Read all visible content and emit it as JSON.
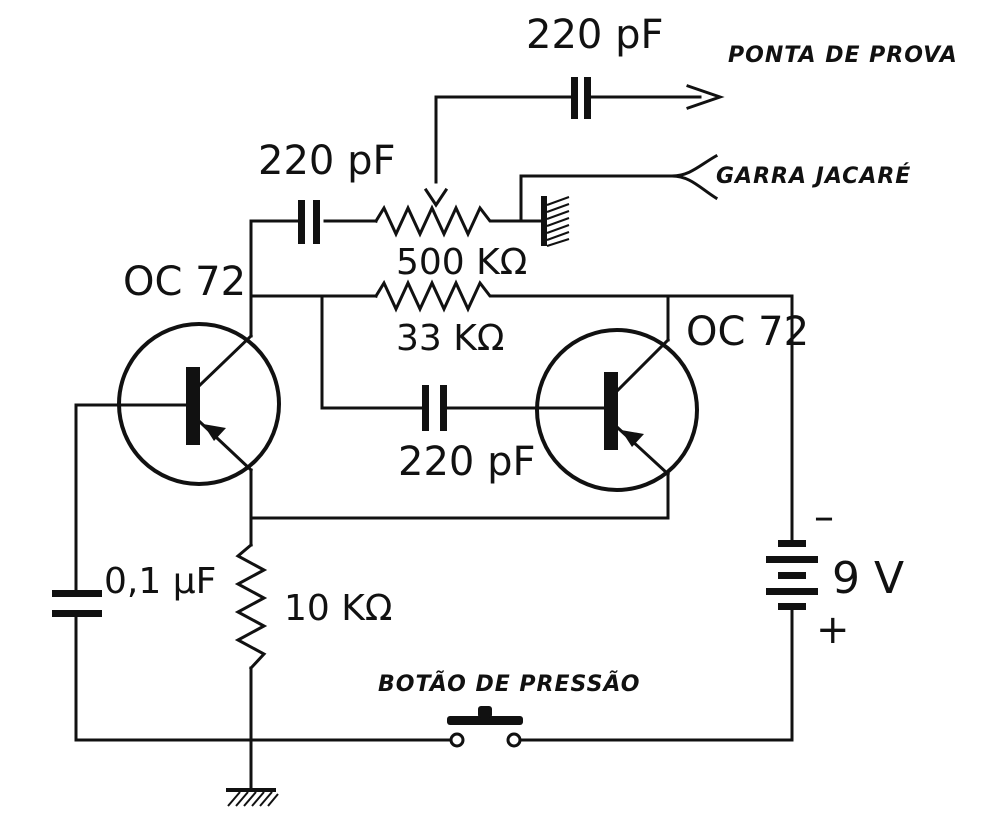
{
  "labels": {
    "cap_output": "220 pF",
    "probe_tip": "PONTA DE PROVA",
    "cap_top": "220 pF",
    "clip": "GARRA JACARÉ",
    "pot": "500 KΩ",
    "transistor_left": "OC 72",
    "resistor_feedback": "33 KΩ",
    "transistor_right": "OC 72",
    "cap_mid": "220 pF",
    "battery_minus": "–",
    "battery_voltage": "9 V",
    "battery_plus": "+",
    "cap_bottom": "0,1 μF",
    "resistor_bottom": "10 KΩ",
    "push_button": "BOTÃO DE PRESSÃO"
  }
}
